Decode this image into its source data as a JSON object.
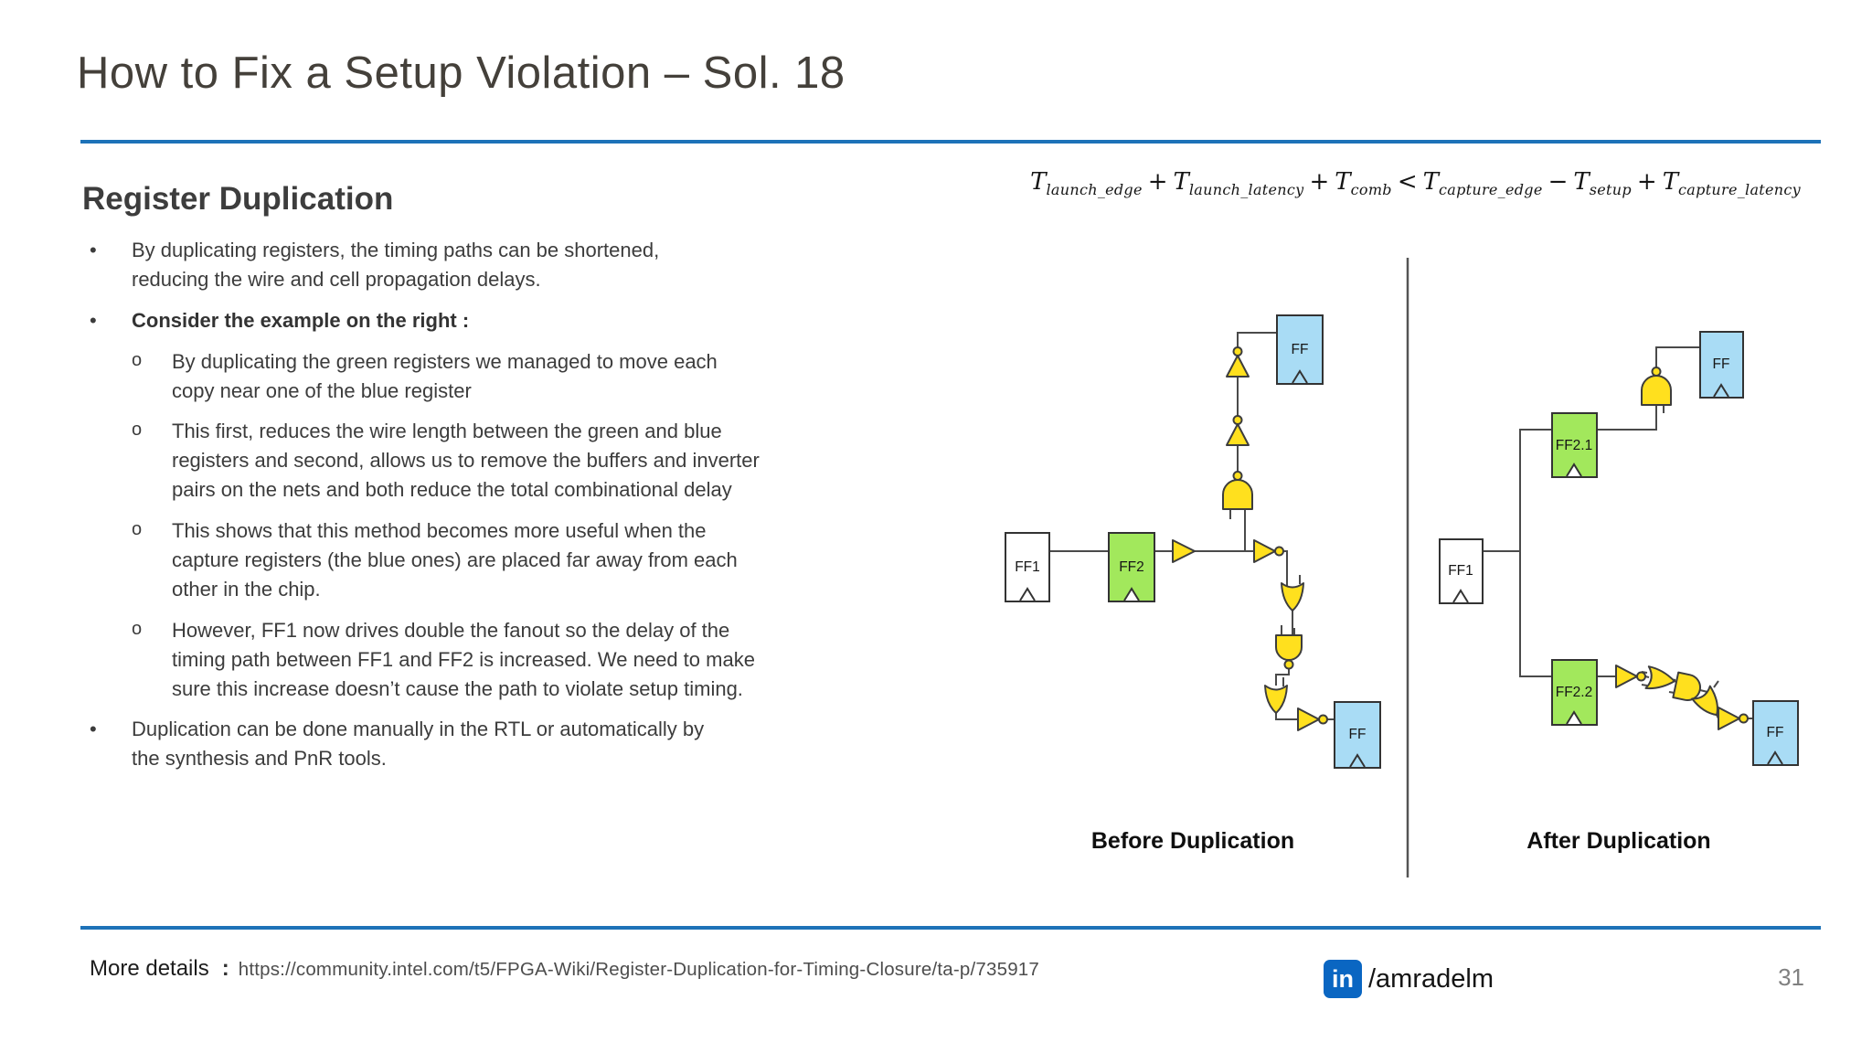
{
  "slide": {
    "title": "How to Fix a Setup Violation – Sol. 18",
    "page_number": "31"
  },
  "formula": {
    "segments": [
      {
        "base": "T",
        "sub": "launch_edge"
      },
      {
        "op": "+"
      },
      {
        "base": "T",
        "sub": "launch_latency"
      },
      {
        "op": "+"
      },
      {
        "base": "T",
        "sub": "comb"
      },
      {
        "op": "<"
      },
      {
        "base": "T",
        "sub": "capture_edge"
      },
      {
        "op": "−"
      },
      {
        "base": "T",
        "sub": "setup"
      },
      {
        "op": "+"
      },
      {
        "base": "T",
        "sub": "capture_latency"
      }
    ]
  },
  "content": {
    "heading": "Register Duplication",
    "bullets": [
      {
        "level": 1,
        "marker": "•",
        "bold": false,
        "text": "By duplicating registers, the timing paths can be shortened, reducing the wire and cell propagation delays."
      },
      {
        "level": 1,
        "marker": "•",
        "bold": true,
        "text": "Consider the example on the right :"
      },
      {
        "level": 2,
        "marker": "o",
        "bold": false,
        "text": "By duplicating the green registers we managed to move each copy near one of the blue register"
      },
      {
        "level": 2,
        "marker": "o",
        "bold": false,
        "text": "This first, reduces the wire length between the green and blue registers and second, allows us to remove the buffers and inverter pairs on the nets and both reduce the total combinational delay"
      },
      {
        "level": 2,
        "marker": "o",
        "bold": false,
        "text": "This shows that this method becomes more useful when the capture registers (the blue ones) are placed far away from each other in the chip."
      },
      {
        "level": 2,
        "marker": "o",
        "bold": false,
        "text": "However, FF1 now drives double the fanout so the delay of the timing path between FF1 and FF2 is increased. We need to make sure this increase doesn’t cause the path to violate setup timing."
      },
      {
        "level": 1,
        "marker": "•",
        "bold": false,
        "text": "Duplication can be done manually in the RTL or automatically by the synthesis and PnR tools."
      }
    ]
  },
  "diagram": {
    "before": {
      "caption": "Before Duplication",
      "ff1": "FF1",
      "ff2": "FF2",
      "ff_top": "FF",
      "ff_bottom": "FF"
    },
    "after": {
      "caption": "After Duplication",
      "ff1": "FF1",
      "ff21": "FF2.1",
      "ff22": "FF2.2",
      "ff_top": "FF",
      "ff_bottom": "FF"
    }
  },
  "footer": {
    "more_details_label": "More details",
    "separator": ":",
    "url": "https://community.intel.com/t5/FPGA-Wiki/Register-Duplication-for-Timing-Closure/ta-p/735917",
    "linkedin_icon_text": "in",
    "linkedin_handle": "/amradelm"
  },
  "colors": {
    "accent_blue": "#1d72b8",
    "register_green": "#a2e85c",
    "register_blue": "#a9dcf5",
    "register_white": "#ffffff",
    "gate_yellow": "#ffe01e",
    "linkedin_blue": "#0a66c2"
  }
}
